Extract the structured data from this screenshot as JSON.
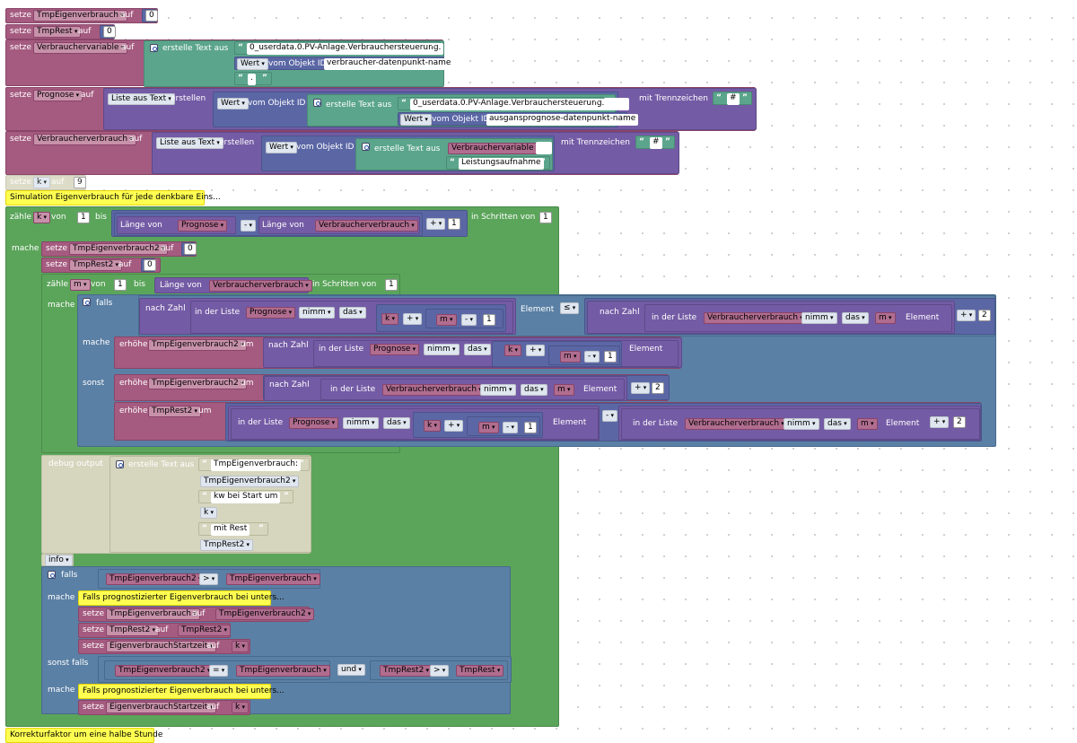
{
  "kw": {
    "set": "setze",
    "to": "auf",
    "create_text": "erstelle Text aus",
    "value": "Wert",
    "of_object_id": "vom Objekt ID",
    "list_from_text": "Liste aus Text",
    "create": "erstellen",
    "with_delimiter": "mit Trennzeichen",
    "count": "zähle",
    "from": "von",
    "to_bis": "bis",
    "in_steps_of": "in Schritten von",
    "do": "mache",
    "length_of": "Länge von",
    "if": "falls",
    "else": "sonst",
    "else_if": "sonst falls",
    "to_number": "nach Zahl",
    "in_list": "in der Liste",
    "take": "nimm",
    "the": "das",
    "element": "Element",
    "increase": "erhöhe",
    "by": "um",
    "debug_output": "debug output",
    "info": "info",
    "and": "und",
    "plus": "+",
    "minus": "-",
    "leq": "≤",
    "gt": ">",
    "eq": "=",
    "dot": "."
  },
  "vars": {
    "TmpEigenverbrauch": "TmpEigenverbrauch",
    "TmpRest": "TmpRest",
    "Verbrauchervariable": "Verbrauchervariable",
    "Prognose": "Prognose",
    "Verbraucherverbrauch": "Verbraucherverbrauch",
    "k": "k",
    "m": "m",
    "TmpEigenverbrauch2": "TmpEigenverbrauch2",
    "TmpRest2": "TmpRest2",
    "EigenverbrauchStartzeit": "EigenverbrauchStartzeit"
  },
  "nums": {
    "zero": "0",
    "one": "1",
    "two": "2",
    "nine": "9"
  },
  "strings": {
    "path": "0_userdata.0.PV-Anlage.Verbrauchersteuerung.",
    "dp_name": "verbraucher-datenpunkt-name",
    "dot_str": ".",
    "ausgang": "ausgansprognose-datenpunkt-name",
    "hash": "#",
    "leistung": "Leistungsaufnahme",
    "tmp_label": "TmpEigenverbrauch:",
    "kw_start": "kw bei Start um",
    "mit_rest": "mit Rest"
  },
  "comments": {
    "sim": "Simulation Eigenverbrauch für jede denkbare Eins...",
    "falls1": "Falls prognostizierter Eigenverbrauch bei unters...",
    "falls2": "Falls prognostizierter Eigenverbrauch bei unters...",
    "korr": "Korrekturfaktor um eine halbe Stunde"
  },
  "colors": {
    "variables": "#a55b80",
    "logic": "#5b80a5",
    "loops": "#5ba55b",
    "lists": "#745ba5",
    "text": "#5ba58c",
    "math": "#5b67a5",
    "debug": "#d6d6bf",
    "comment": "#ffff52"
  }
}
